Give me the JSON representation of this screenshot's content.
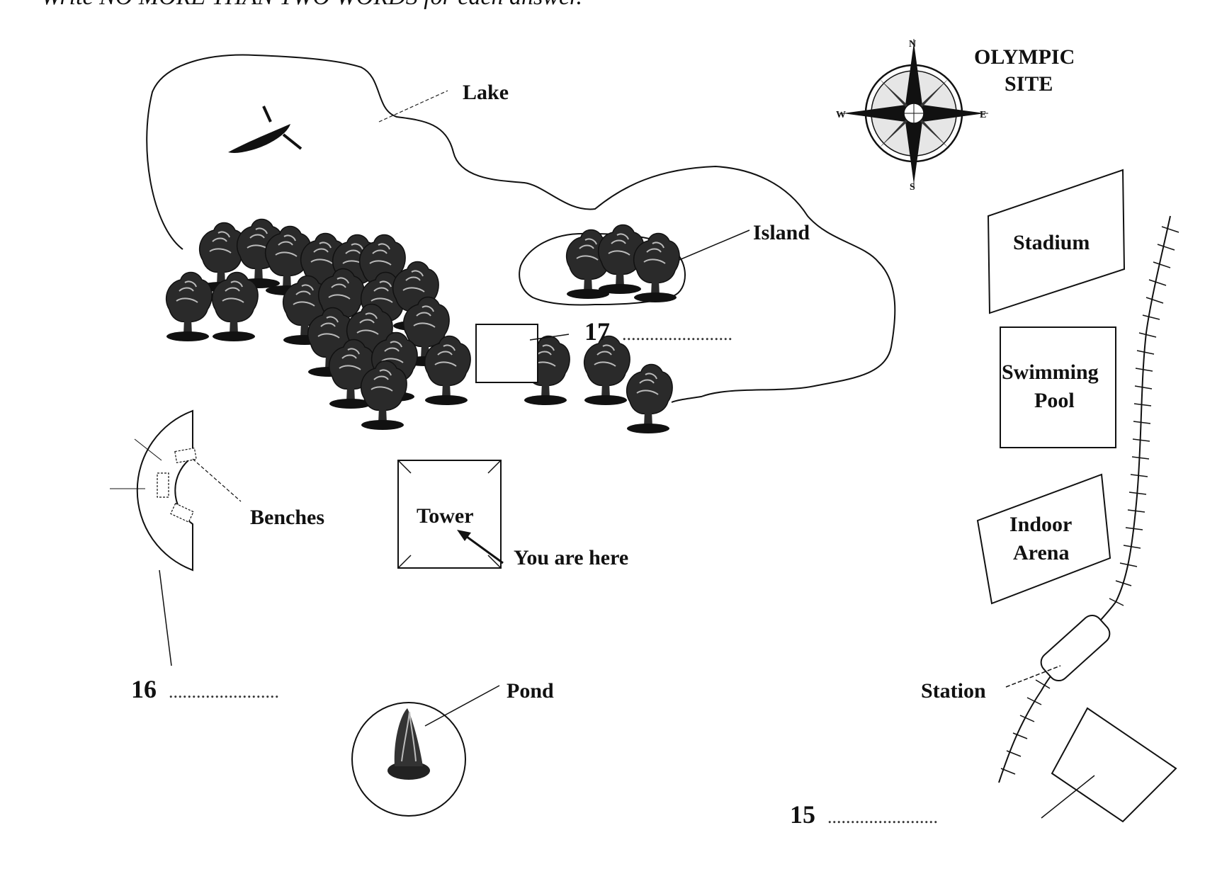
{
  "instruction": "Write NO MORE THAN TWO WORDS for each answer.",
  "map_title": [
    "OLYMPIC",
    "SITE"
  ],
  "compass": {
    "n": "N",
    "s": "S",
    "e": "E",
    "w": "W"
  },
  "labels": {
    "lake": "Lake",
    "island": "Island",
    "benches": "Benches",
    "tower": "Tower",
    "you_are_here": "You are here",
    "pond": "Pond",
    "stadium": "Stadium",
    "swimming_pool": [
      "Swimming",
      "Pool"
    ],
    "indoor_arena": [
      "Indoor",
      "Arena"
    ],
    "station": "Station"
  },
  "questions": [
    {
      "number": "15",
      "blank": "........................"
    },
    {
      "number": "16",
      "blank": "........................"
    },
    {
      "number": "17",
      "blank": "........................"
    }
  ],
  "colors": {
    "ink": "#111111",
    "paper": "#ffffff",
    "tree": "#2a2a2a"
  }
}
